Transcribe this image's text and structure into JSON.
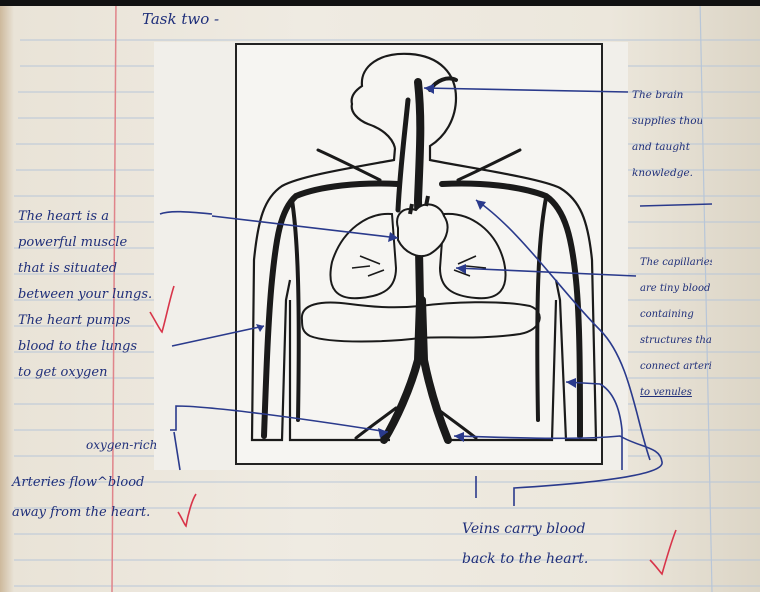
{
  "notebook": {
    "heading": "Task two -",
    "ink_color": "#1f2f7a",
    "paper_color": "#ece7dc",
    "margin_color": "#e0848a",
    "rule_color": "#b8c6d8"
  },
  "annotations": {
    "heart": [
      "The heart is a",
      "powerful muscle",
      "that is situated",
      "between your lungs.",
      "The heart pumps",
      "blood to the lungs",
      "to get oxygen"
    ],
    "brain": [
      "The brain",
      "supplies thought",
      "and taught",
      "knowledge."
    ],
    "capillaries": [
      "The capillaries",
      "are tiny blood",
      "containing",
      "structures that",
      "connect arteries",
      "to venules"
    ],
    "arteries": {
      "insert": "oxygen-rich",
      "lines": [
        "Arteries flow^blood",
        "away from the heart."
      ]
    },
    "veins": [
      "Veins carry blood",
      "back to the heart."
    ]
  },
  "diagram_title": ""
}
